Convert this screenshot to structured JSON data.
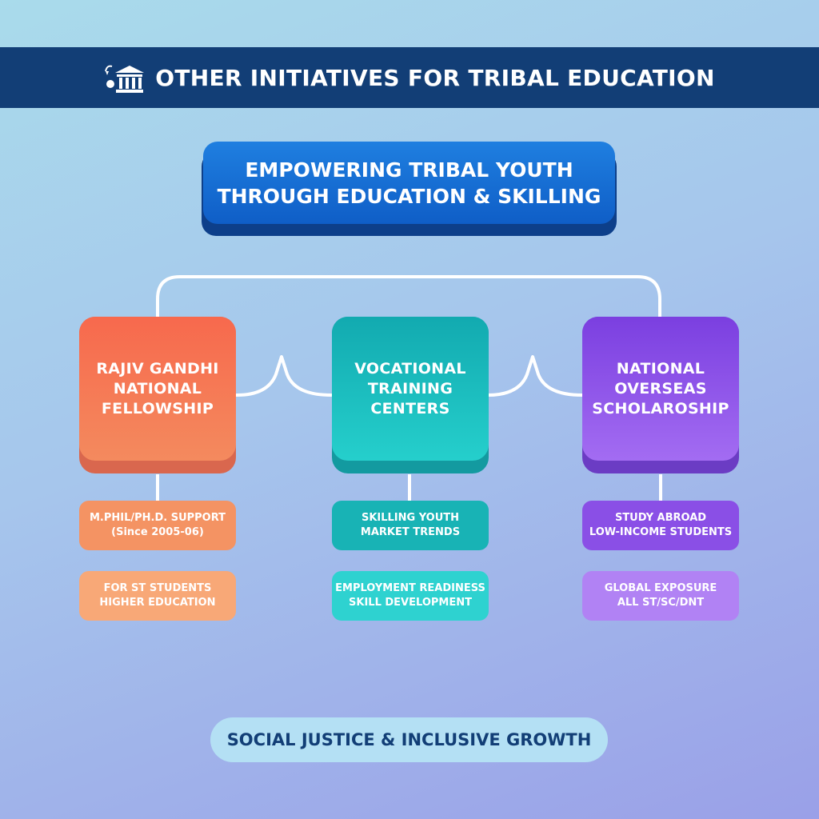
{
  "header": {
    "title": "OTHER INITIATIVES FOR TRIBAL EDUCATION",
    "icon": "institution-building-icon"
  },
  "hero": {
    "line1": "EMPOWERING TRIBAL YOUTH",
    "line2": "THROUGH EDUCATION & SKILLING"
  },
  "initiatives": [
    {
      "title": [
        "RAJIV GANDHI",
        "NATIONAL",
        "FELLOWSHIP"
      ],
      "color_top": "#f7694d",
      "color_bottom": "#f48a5e",
      "color_base": "#d9674e",
      "details": [
        {
          "line1": "M.PHIL/PH.D. SUPPORT",
          "line2": "(Since 2005-06)",
          "bg": "#f49363",
          "fg": "#ffffff"
        },
        {
          "line1": "FOR ST STUDENTS",
          "line2": "HIGHER EDUCATION",
          "bg": "#f8a877",
          "fg": "#ffffff"
        }
      ]
    },
    {
      "title": [
        "VOCATIONAL",
        "TRAINING",
        "CENTERS"
      ],
      "color_top": "#12aab0",
      "color_bottom": "#25cfcc",
      "color_base": "#139aa0",
      "details": [
        {
          "line1": "SKILLING YOUTH",
          "line2": "MARKET TRENDS",
          "bg": "#18b3b5",
          "fg": "#ffffff"
        },
        {
          "line1": "EMPLOYMENT READINESS",
          "line2": "SKILL DEVELOPMENT",
          "bg": "#2ed2d0",
          "fg": "#ffffff"
        }
      ]
    },
    {
      "title": [
        "NATIONAL",
        "OVERSEAS",
        "SCHOLAROSHIP"
      ],
      "color_top": "#7b3fe0",
      "color_bottom": "#a36cf2",
      "color_base": "#6b3cc4",
      "details": [
        {
          "line1": "STUDY ABROAD",
          "line2": "LOW-INCOME STUDENTS",
          "bg": "#8a4fe6",
          "fg": "#ffffff"
        },
        {
          "line1": "GLOBAL EXPOSURE",
          "line2": "ALL ST/SC/DNT",
          "bg": "#b182f4",
          "fg": "#ffffff"
        }
      ]
    }
  ],
  "footer": {
    "text": "SOCIAL JUSTICE & INCLUSIVE GROWTH"
  }
}
